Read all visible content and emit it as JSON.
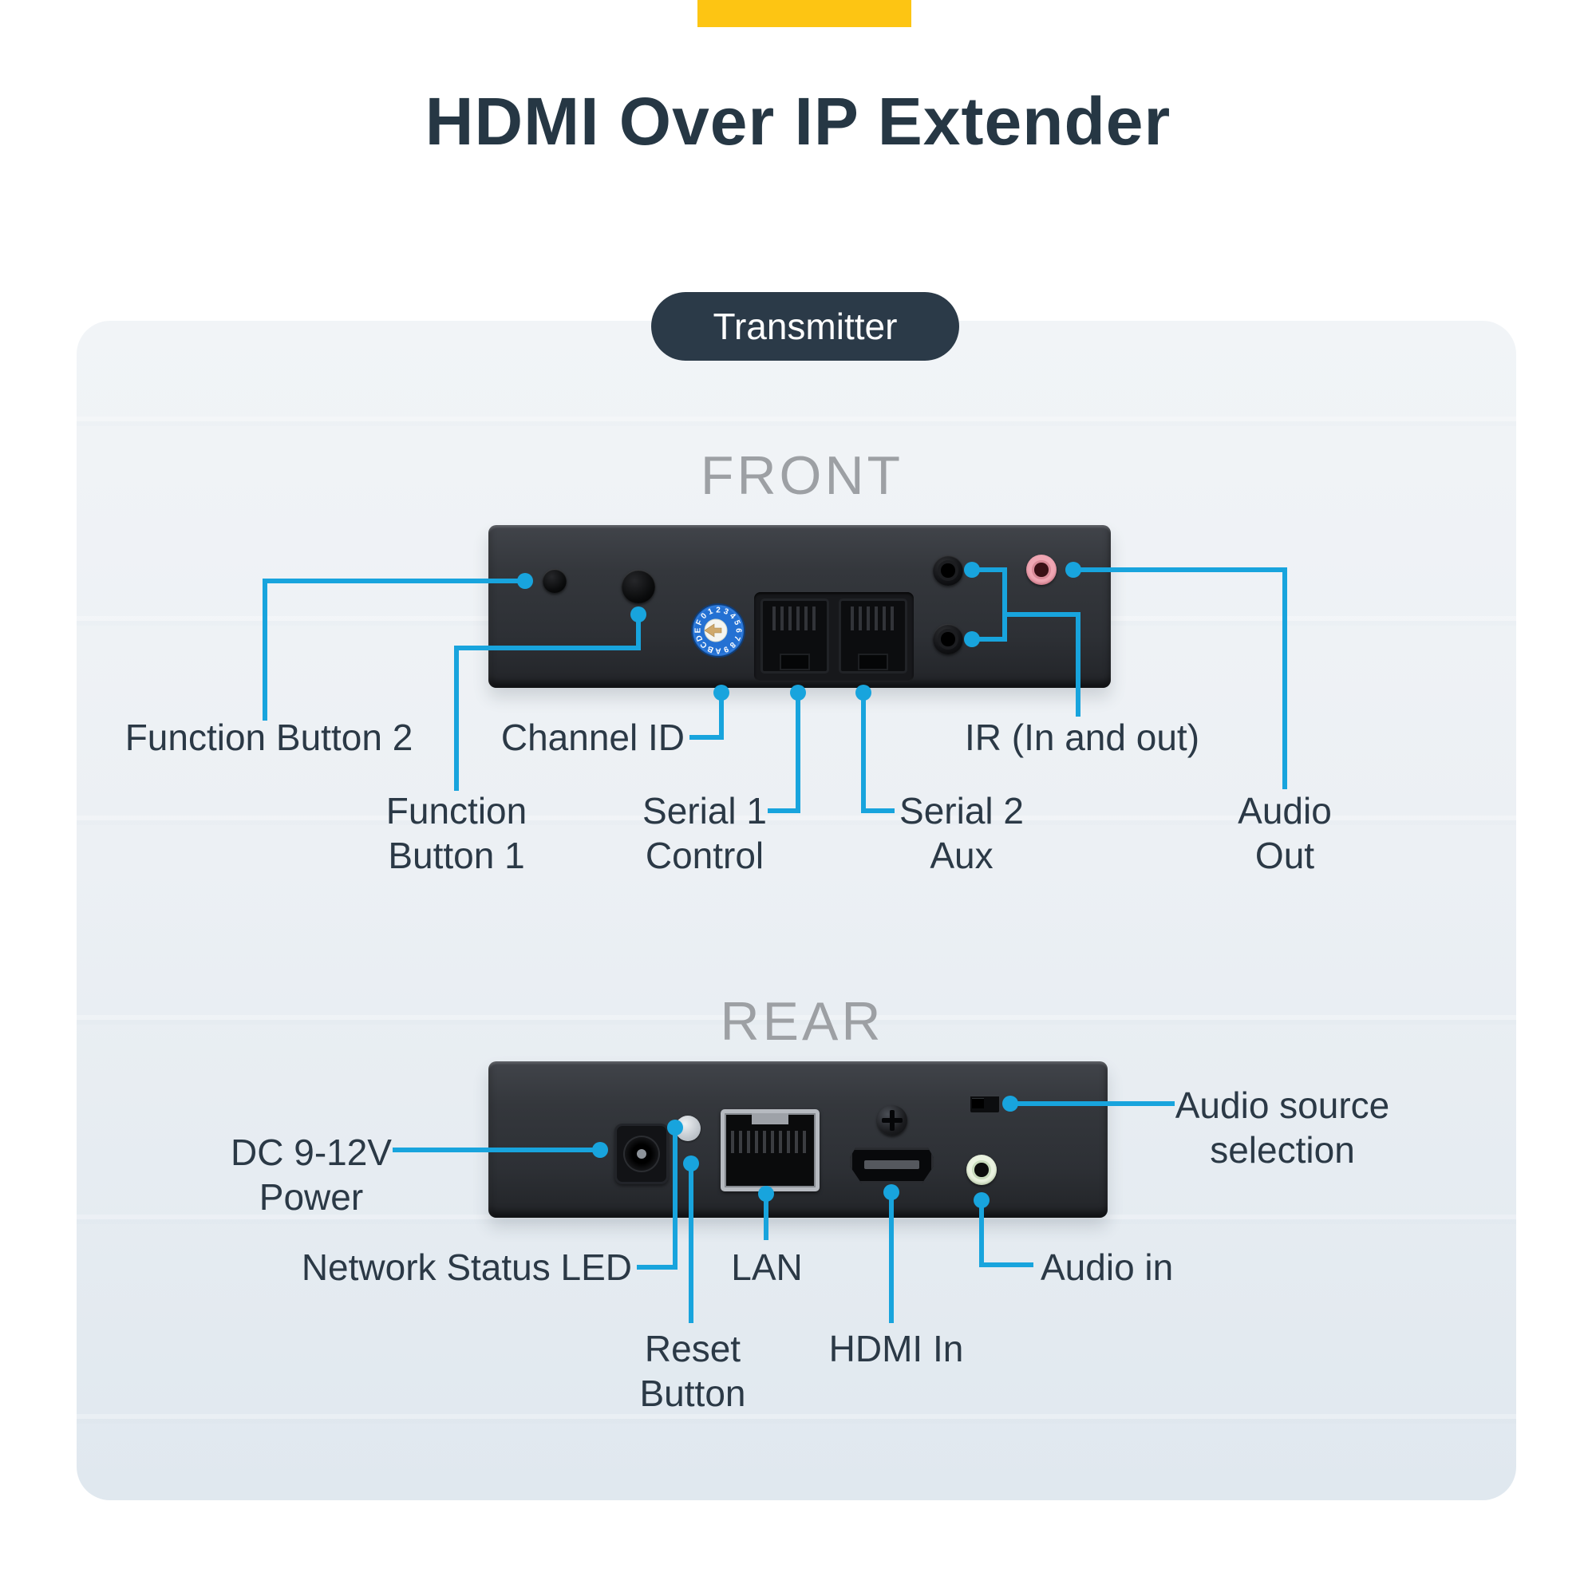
{
  "header": {
    "title": "HDMI Over IP Extender",
    "badge": "Transmitter"
  },
  "front": {
    "heading": "FRONT",
    "dial_digits": "0123456789ABCDEF",
    "labels": {
      "function_button_2": {
        "line1": "Function Button 2"
      },
      "channel_id": {
        "line1": "Channel ID"
      },
      "ir": {
        "line1": "IR (In and out)"
      },
      "function_button_1": {
        "line1": "Function",
        "line2": "Button 1"
      },
      "serial_1": {
        "line1": "Serial 1",
        "line2": "Control"
      },
      "serial_2": {
        "line1": "Serial 2",
        "line2": "Aux"
      },
      "audio_out": {
        "line1": "Audio",
        "line2": "Out"
      }
    }
  },
  "rear": {
    "heading": "REAR",
    "labels": {
      "dc_power": {
        "line1": "DC 9-12V",
        "line2": "Power"
      },
      "network_status_led": {
        "line1": "Network Status LED"
      },
      "lan": {
        "line1": "LAN"
      },
      "reset_button": {
        "line1": "Reset",
        "line2": "Button"
      },
      "hdmi_in": {
        "line1": "HDMI In"
      },
      "audio_in": {
        "line1": "Audio in"
      },
      "audio_source": {
        "line1": "Audio source",
        "line2": "selection"
      }
    }
  },
  "colors": {
    "accent_yellow": "#fdc513",
    "callout_blue": "#18a4dd",
    "title_navy": "#263744",
    "label_navy": "#2b3946",
    "view_heading_gray": "#9da0a4",
    "badge_bg": "#2b3a48",
    "panel_bg": "#e9eef3",
    "dial_blue": "#2471d3"
  }
}
